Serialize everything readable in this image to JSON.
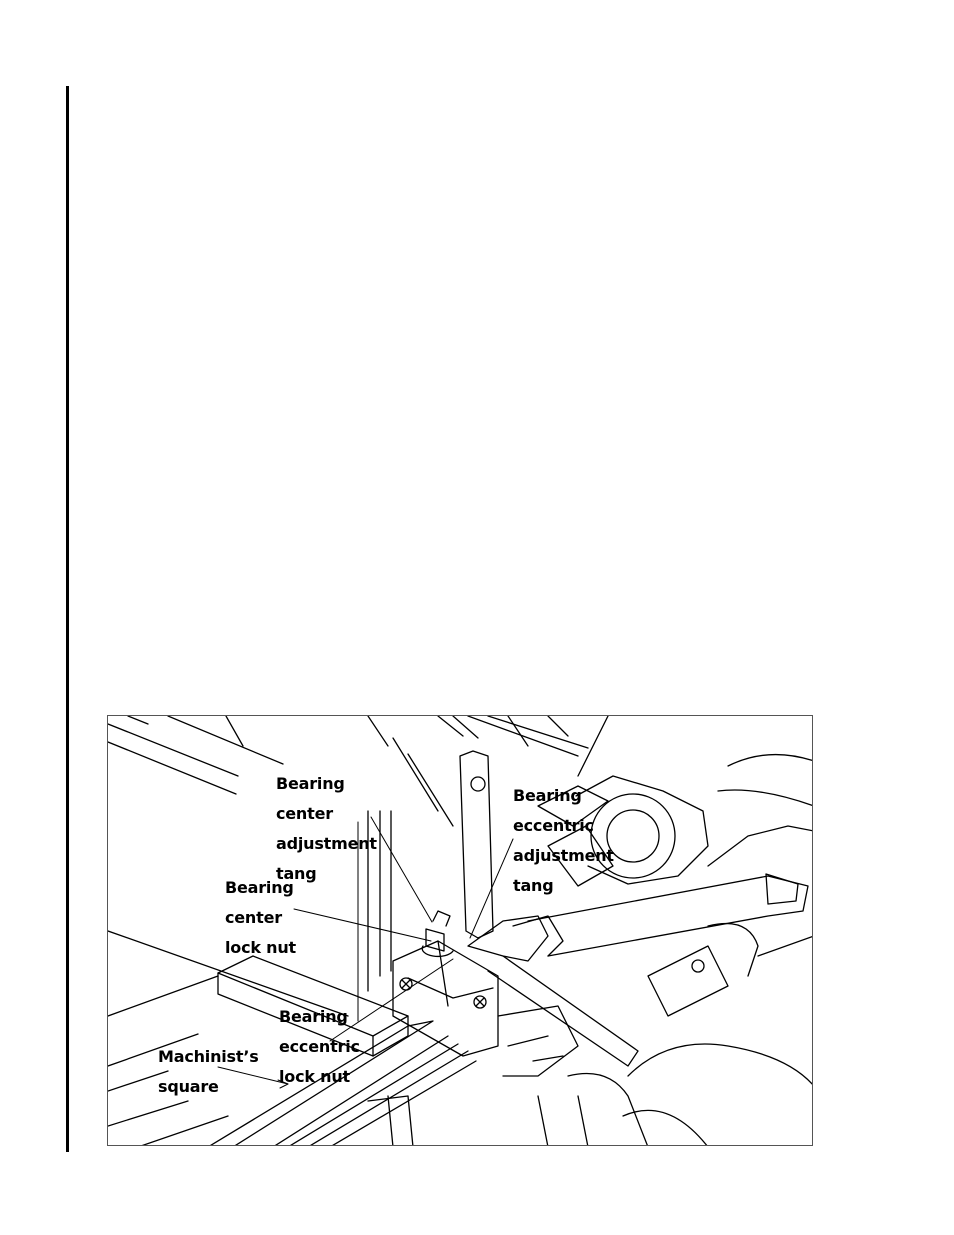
{
  "page": {
    "background": "#ffffff",
    "rule_color": "#000000"
  },
  "figure": {
    "callouts": {
      "bearing_center_adjustment_tang": [
        "Bearing",
        "center",
        "adjustment",
        "tang"
      ],
      "bearing_eccentric_adjustment_tang": [
        "Bearing",
        "eccentric",
        "adjustment",
        "tang"
      ],
      "bearing_center_lock_nut": [
        "Bearing",
        "center",
        "lock nut"
      ],
      "bearing_eccentric_lock_nut": [
        "Bearing",
        "eccentric",
        "lock nut"
      ],
      "machinists_square": [
        "Machinist’s",
        "square"
      ]
    }
  }
}
